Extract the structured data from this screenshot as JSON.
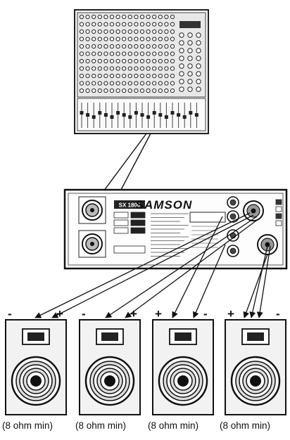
{
  "amplifier": {
    "brand": "SAMSON",
    "model": "SX 1800"
  },
  "speakers": [
    {
      "label": "(8 ohm min)",
      "polarity_left": "-",
      "polarity_right": "+"
    },
    {
      "label": "(8 ohm min)",
      "polarity_left": "-",
      "polarity_right": "+"
    },
    {
      "label": "(8 ohm min)",
      "polarity_left": "+",
      "polarity_right": "-"
    },
    {
      "label": "(8 ohm min)",
      "polarity_left": "+",
      "polarity_right": "-"
    }
  ]
}
